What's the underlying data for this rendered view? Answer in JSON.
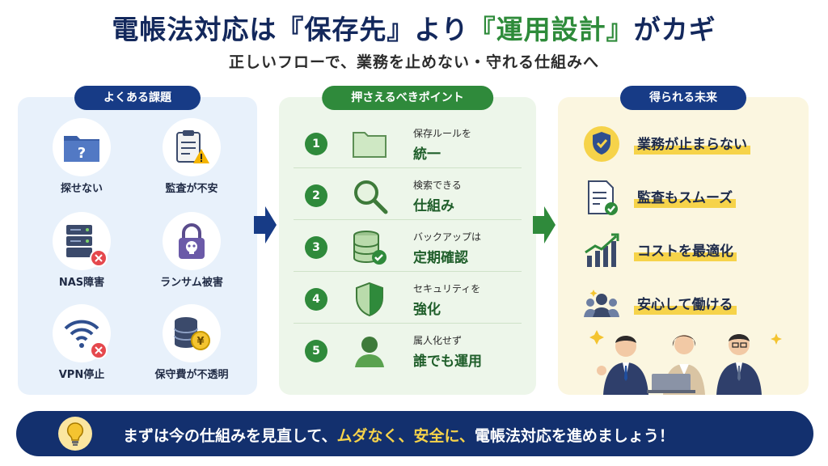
{
  "header": {
    "title_part1": "電帳法対応は『保存先』より",
    "title_part2": "『運用設計』",
    "title_part3": "がカギ",
    "subtitle": "正しいフローで、業務を止めない・守れる仕組みへ"
  },
  "left_panel": {
    "heading": "よくある課題",
    "items": [
      {
        "label": "探せない",
        "icon": "folder-question-icon"
      },
      {
        "label": "監査が不安",
        "icon": "clipboard-warning-icon"
      },
      {
        "label": "NAS障害",
        "icon": "server-error-icon"
      },
      {
        "label": "ランサム被害",
        "icon": "locked-skull-icon"
      },
      {
        "label": "VPN停止",
        "icon": "wifi-off-icon"
      },
      {
        "label": "保守費が不透明",
        "icon": "database-yen-icon"
      }
    ]
  },
  "mid_panel": {
    "heading": "押さえるべきポイント",
    "steps": [
      {
        "num": "1",
        "small": "保存ルールを",
        "big": "統一",
        "icon": "folder-icon"
      },
      {
        "num": "2",
        "small": "検索できる",
        "big": "仕組み",
        "icon": "search-icon"
      },
      {
        "num": "3",
        "small": "バックアップは",
        "big": "定期確認",
        "icon": "database-check-icon"
      },
      {
        "num": "4",
        "small": "セキュリティを",
        "big": "強化",
        "icon": "shield-icon"
      },
      {
        "num": "5",
        "small": "属人化せず",
        "big": "誰でも運用",
        "icon": "user-icon"
      }
    ]
  },
  "right_panel": {
    "heading": "得られる未来",
    "items": [
      {
        "label": "業務が止まらない",
        "icon": "shield-check-icon"
      },
      {
        "label": "監査もスムーズ",
        "icon": "document-check-icon"
      },
      {
        "label": "コストを最適化",
        "icon": "chart-up-icon"
      },
      {
        "label": "安心して働ける",
        "icon": "team-icon"
      }
    ]
  },
  "banner": {
    "text_part1": "まずは今の仕組みを見直して、",
    "text_part2": "ムダなく、安全に、",
    "text_part3": "電帳法対応を進めましょう！"
  },
  "colors": {
    "navy": "#13285c",
    "green": "#2f8a3b",
    "yellow": "#f6d34a",
    "alert_red": "#e5484d"
  }
}
